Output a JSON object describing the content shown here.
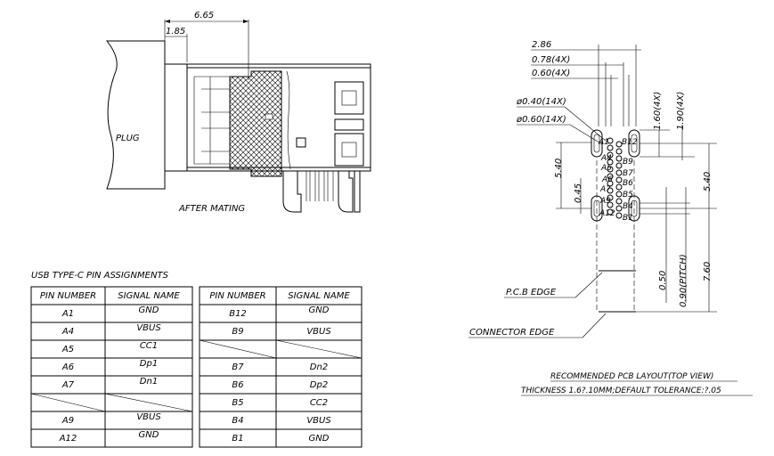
{
  "mating": {
    "dim_top": "6.65",
    "dim_left": "1.85",
    "plug_label": "PLUG",
    "caption": "AFTER MATING"
  },
  "pin_table": {
    "title": "USB TYPE-C PIN ASSIGNMENTS",
    "headers": [
      "PIN NUMBER",
      "SIGNAL NAME"
    ],
    "left_rows": [
      [
        "A1",
        "GND"
      ],
      [
        "A4",
        "VBUS"
      ],
      [
        "A5",
        "CC1"
      ],
      [
        "A6",
        "Dp1"
      ],
      [
        "A7",
        "Dn1"
      ],
      [
        "",
        ""
      ],
      [
        "A9",
        "VBUS"
      ],
      [
        "A12",
        "GND"
      ]
    ],
    "right_rows": [
      [
        "B12",
        "GND"
      ],
      [
        "B9",
        "VBUS"
      ],
      [
        "",
        ""
      ],
      [
        "B7",
        "Dn2"
      ],
      [
        "B6",
        "Dp2"
      ],
      [
        "B5",
        "CC2"
      ],
      [
        "B4",
        "VBUS"
      ],
      [
        "B1",
        "GND"
      ]
    ]
  },
  "layout_drawing": {
    "dims": {
      "width_total": "2.86",
      "offset_4x_a": "0.78(4X)",
      "offset_4x_b": "0.60(4X)",
      "hole_small": "ø0.40(14X)",
      "hole_large": "ø0.60(14X)",
      "slot_a": "1.60(4X)",
      "slot_b": "1.90(4X)",
      "height_left": "5.40",
      "pitch_left": "0.45",
      "height_right": "5.40",
      "gap": "0.50",
      "pitch": "0.90(PITCH)",
      "total_height": "7.60"
    },
    "pad_labels_left": [
      "A1",
      "A4",
      "A5",
      "A6",
      "A7",
      "A9",
      "A12"
    ],
    "pad_labels_right": [
      "B12",
      "B9",
      "B7",
      "B6",
      "B5",
      "B4",
      "B1"
    ],
    "pcb_edge": "P.C.B EDGE",
    "connector_edge": "CONNECTOR EDGE",
    "caption_title": "RECOMMENDED PCB LAYOUT(TOP VIEW)",
    "caption_note": "THICKNESS 1.6?.10MM;DEFAULT TOLERANCE:?.05"
  }
}
